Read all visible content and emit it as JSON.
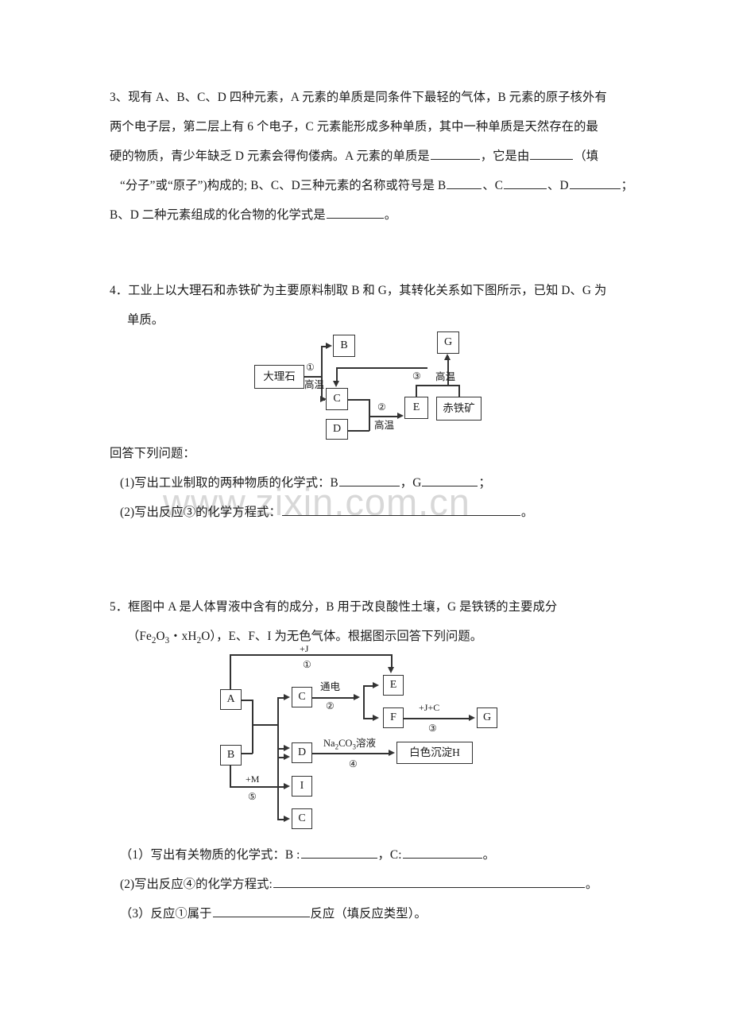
{
  "watermark": "www.zixin.com.cn",
  "q3": {
    "lines": [
      "3、现有 A、B、C、D 四种元素，A 元素的单质是同条件下最轻的气体，B 元素的原子核外有",
      "两个电子层，第二层上有 6 个电子，C 元素能形成多种单质，其中一种单质是天然存在的最",
      "硬的物质，青少年缺乏 D 元素会得佝偻病。A 元素的单质是",
      "“分子”或“原子”)构成的; B、C、D三种元素的名称或符号是 B",
      "B、D 二种元素组成的化合物的化学式是"
    ],
    "l3_mid": "，它是由",
    "l3_end": "（填",
    "l4_a": "、C",
    "l4_b": "、D",
    "l4_end": "；",
    "l5_end": "。"
  },
  "q4": {
    "line1": "4．工业上以大理石和赤铁矿为主要原料制取 B 和 G，其转化关系如下图所示，已知 D、G 为",
    "line2": "单质。",
    "prompt": "回答下列问题：",
    "sub1_pre": "(1)写出工业制取的两种物质的化学式：B",
    "sub1_mid": "，G",
    "sub1_end": "；",
    "sub2_pre": "(2)写出反应③的化学方程式：",
    "sub2_end": "。",
    "diagram": {
      "nodes": {
        "marble": "大理石",
        "B": "B",
        "C": "C",
        "D": "D",
        "E": "E",
        "G": "G",
        "hematite": "赤铁矿"
      },
      "labels": {
        "step1": "①",
        "step1_cond": "高温",
        "step2": "②",
        "step2_cond": "高温",
        "step3": "③",
        "step3_cond": "高温"
      }
    }
  },
  "q5": {
    "line1": "5．框图中 A 是人体胃液中含有的成分，B 用于改良酸性土壤，G 是铁锈的主要成分",
    "line2_a": "（Fe",
    "line2_sub1": "2",
    "line2_b": "O",
    "line2_sub2": "3",
    "line2_c": "・xH",
    "line2_sub3": "2",
    "line2_d": "O），E、F、I 为无色气体。根据图示回答下列问题。",
    "line2_plain": "（Fe2O3・xH2O），E、F、I 为无色气体。根据图示回答下列问题。",
    "sub1_pre": "（1）写出有关物质的化学式：B :",
    "sub1_mid": "，C:",
    "sub1_end": "。",
    "sub2_pre": "(2)写出反应④的化学方程式:",
    "sub2_end": "。",
    "sub3_pre": "（3）反应①属于",
    "sub3_end": "反应（填反应类型）。",
    "diagram": {
      "nodes": {
        "A": "A",
        "B": "B",
        "C_top": "C",
        "D": "D",
        "I": "I",
        "C_bottom": "C",
        "E": "E",
        "F": "F",
        "G": "G",
        "precipitate": "白色沉淀H"
      },
      "labels": {
        "plusJ": "+J",
        "step1": "①",
        "electro": "通电",
        "step2": "②",
        "plusJC": "+J+C",
        "step3": "③",
        "na2co3_a": "Na",
        "na2co3_sub1": "2",
        "na2co3_b": "CO",
        "na2co3_sub2": "3",
        "na2co3_c": "溶液",
        "na2co3_plain": "Na2CO3溶液",
        "step4": "④",
        "plusM": "+M",
        "step5": "⑤"
      }
    }
  }
}
